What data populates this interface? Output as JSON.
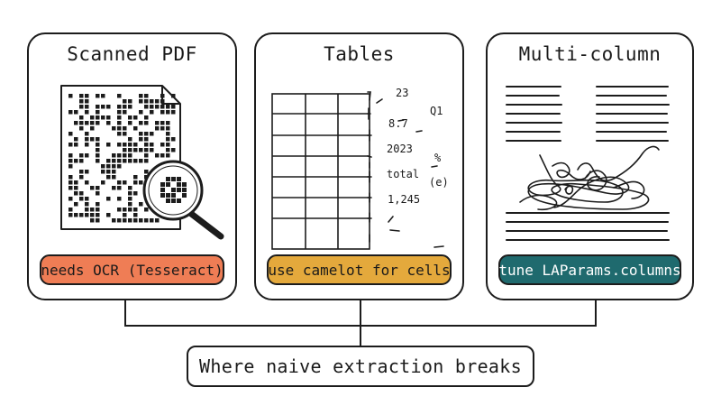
{
  "panels": [
    {
      "title": "Scanned PDF",
      "note": "needs OCR (Tesseract)",
      "note_color": "#ef7d55",
      "icons": [
        "scanned-document-icon",
        "magnifier-icon"
      ]
    },
    {
      "title": "Tables",
      "note": "use camelot for cells",
      "note_color": "#e4a93c",
      "icons": [
        "table-grid-icon"
      ],
      "floating_values": [
        "23",
        "8.7",
        "2023",
        "total",
        "1,245",
        "Q1",
        "%",
        "(e)"
      ]
    },
    {
      "title": "Multi-column",
      "note": "tune LAParams.columns",
      "note_color": "#1f6a6e",
      "icons": [
        "text-columns-icon",
        "scribble-icon"
      ]
    }
  ],
  "footer": {
    "label": "Where naive extraction breaks"
  }
}
